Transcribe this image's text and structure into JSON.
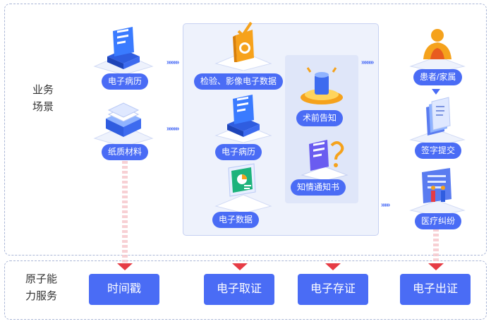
{
  "scene_title": "业务\n场景",
  "service_title": "原子能\n力服务",
  "nodes": {
    "left_emr": "电子病历",
    "left_paper": "纸质材料",
    "center_exam": "检验、影像电子数据",
    "center_emr": "电子病历",
    "center_data": "电子数据",
    "inner_preop": "术前告知",
    "inner_consent": "知情通知书",
    "right_patient": "患者/家属",
    "right_sign": "签字提交",
    "right_dispute": "医疗纠纷"
  },
  "services": {
    "timestamp": "时间戳",
    "evidence": "电子取证",
    "storage": "电子存证",
    "issue": "电子出证"
  },
  "colors": {
    "accent": "#4a6cf5",
    "red": "#e63c45",
    "orange": "#f5a21c",
    "green": "#1db37b"
  }
}
